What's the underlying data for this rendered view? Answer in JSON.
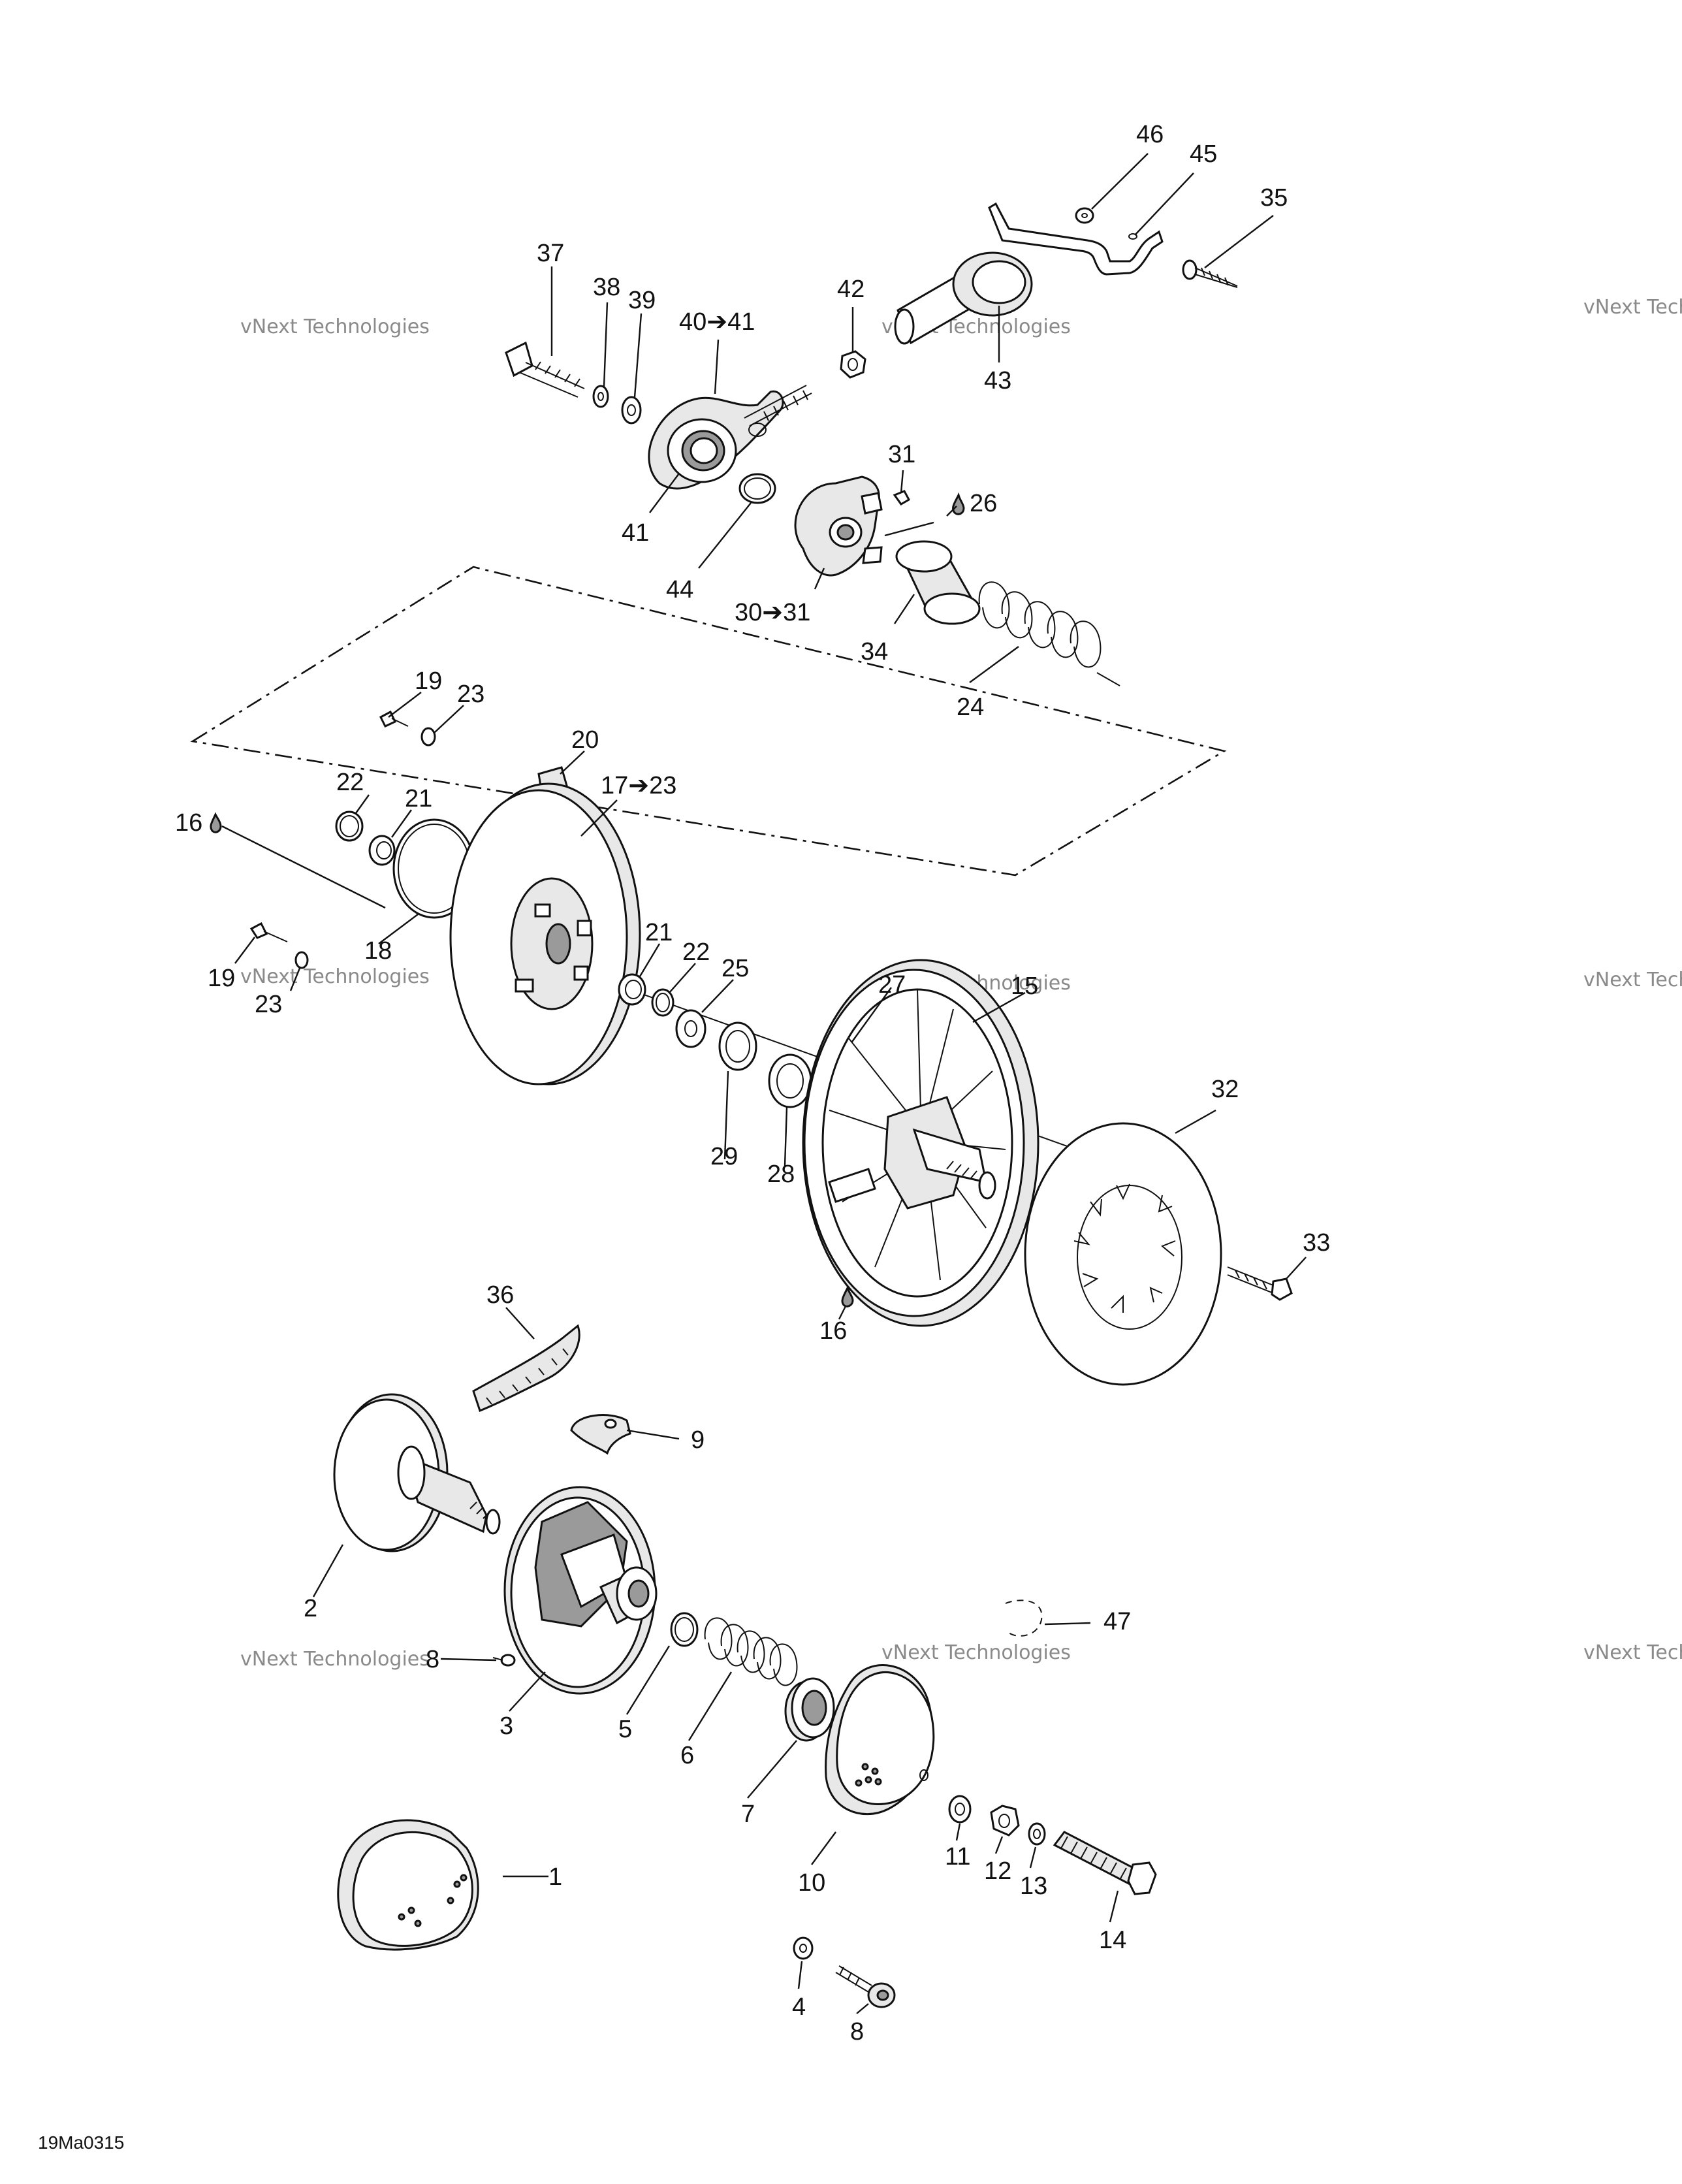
{
  "diagram": {
    "reference_code": "19Ma0315",
    "watermark_small": "vNext Technologies",
    "watermark_big": "vNext\nTechnologies",
    "labels": [
      {
        "id": "46",
        "text": "46"
      },
      {
        "id": "45",
        "text": "45"
      },
      {
        "id": "35",
        "text": "35"
      },
      {
        "id": "37",
        "text": "37"
      },
      {
        "id": "38",
        "text": "38"
      },
      {
        "id": "39",
        "text": "39"
      },
      {
        "id": "40-41",
        "text": "40➔41"
      },
      {
        "id": "42",
        "text": "42"
      },
      {
        "id": "43",
        "text": "43"
      },
      {
        "id": "41",
        "text": "41"
      },
      {
        "id": "44",
        "text": "44"
      },
      {
        "id": "31",
        "text": "31"
      },
      {
        "id": "26",
        "text": "26"
      },
      {
        "id": "30-31",
        "text": "30➔31"
      },
      {
        "id": "34",
        "text": "34"
      },
      {
        "id": "24",
        "text": "24"
      },
      {
        "id": "19a",
        "text": "19"
      },
      {
        "id": "23a",
        "text": "23"
      },
      {
        "id": "20",
        "text": "20"
      },
      {
        "id": "22a",
        "text": "22"
      },
      {
        "id": "21a",
        "text": "21"
      },
      {
        "id": "17-23",
        "text": "17➔23"
      },
      {
        "id": "16a",
        "text": "16"
      },
      {
        "id": "18",
        "text": "18"
      },
      {
        "id": "19b",
        "text": "19"
      },
      {
        "id": "23b",
        "text": "23"
      },
      {
        "id": "21b",
        "text": "21"
      },
      {
        "id": "22b",
        "text": "22"
      },
      {
        "id": "25",
        "text": "25"
      },
      {
        "id": "27",
        "text": "27"
      },
      {
        "id": "15",
        "text": "15"
      },
      {
        "id": "32",
        "text": "32"
      },
      {
        "id": "29",
        "text": "29"
      },
      {
        "id": "28",
        "text": "28"
      },
      {
        "id": "33",
        "text": "33"
      },
      {
        "id": "16b",
        "text": "16"
      },
      {
        "id": "36",
        "text": "36"
      },
      {
        "id": "9",
        "text": "9"
      },
      {
        "id": "2",
        "text": "2"
      },
      {
        "id": "47",
        "text": "47"
      },
      {
        "id": "8a",
        "text": "8"
      },
      {
        "id": "3",
        "text": "3"
      },
      {
        "id": "5",
        "text": "5"
      },
      {
        "id": "6",
        "text": "6"
      },
      {
        "id": "7",
        "text": "7"
      },
      {
        "id": "11",
        "text": "11"
      },
      {
        "id": "12",
        "text": "12"
      },
      {
        "id": "13",
        "text": "13"
      },
      {
        "id": "10",
        "text": "10"
      },
      {
        "id": "1",
        "text": "1"
      },
      {
        "id": "14",
        "text": "14"
      },
      {
        "id": "4",
        "text": "4"
      },
      {
        "id": "8b",
        "text": "8"
      }
    ]
  }
}
